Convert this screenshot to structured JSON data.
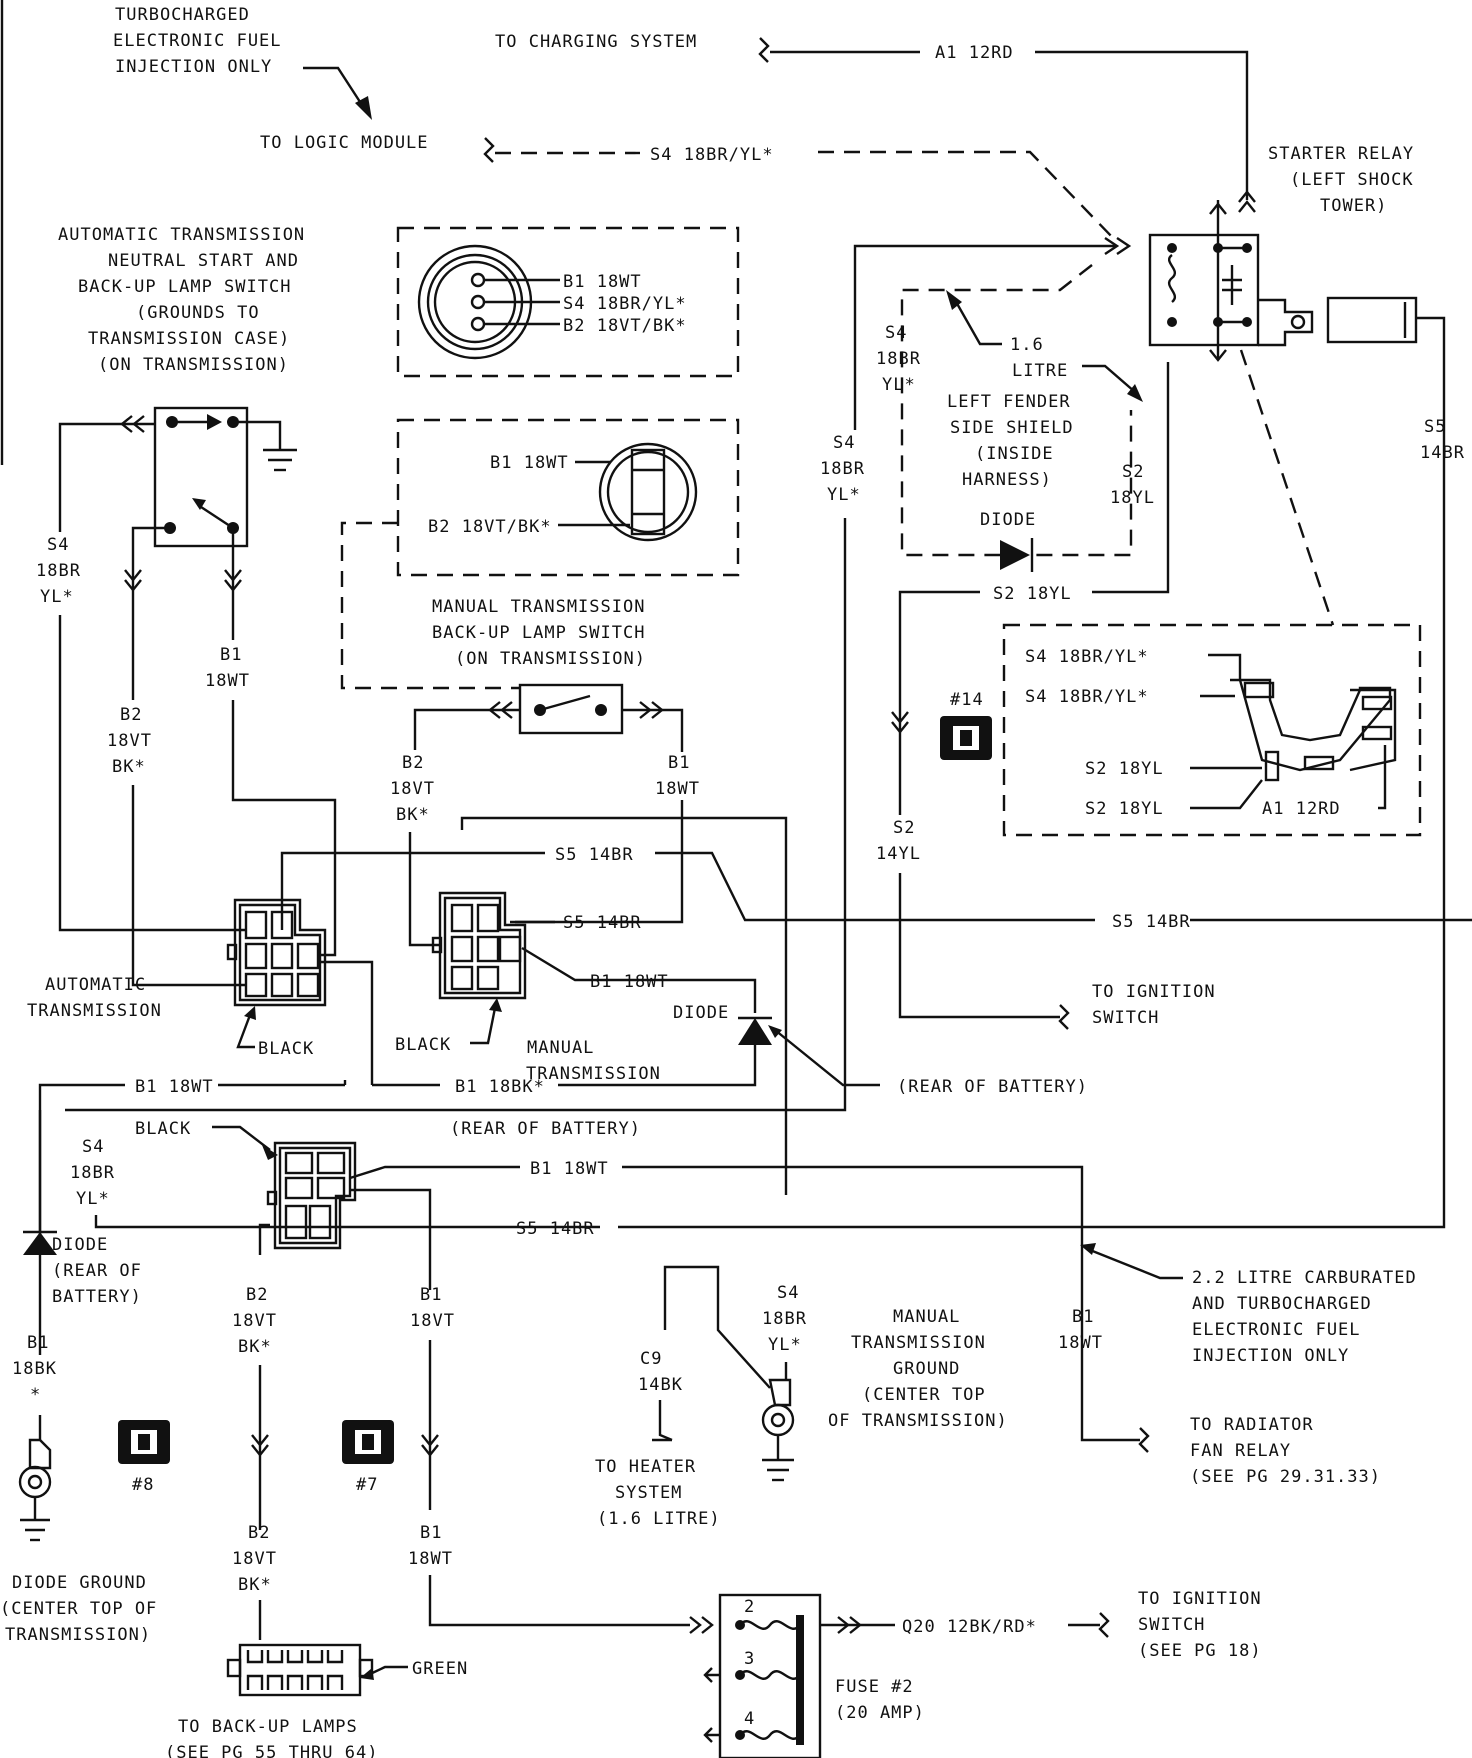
{
  "labels": {
    "turbo_note": [
      "TURBOCHARGED",
      "ELECTRONIC FUEL",
      "INJECTION ONLY"
    ],
    "to_charging": "TO CHARGING SYSTEM",
    "a1_top": "A1 12RD",
    "to_logic": "TO LOGIC MODULE",
    "s4_top": "S4 18BR/YL*",
    "starter_relay": [
      "STARTER RELAY",
      "(LEFT SHOCK",
      "TOWER)"
    ],
    "auto_switch": [
      "AUTOMATIC TRANSMISSION",
      "NEUTRAL START AND",
      "BACK-UP LAMP SWITCH",
      "(GROUNDS TO",
      "TRANSMISSION CASE)",
      "(ON TRANSMISSION)"
    ],
    "inset1": [
      "B1 18WT",
      "S4 18BR/YL*",
      "B2 18VT/BK*"
    ],
    "inset2": [
      "B1 18WT",
      "B2 18VT/BK*"
    ],
    "manual_switch": [
      "MANUAL TRANSMISSION",
      "BACK-UP LAMP SWITCH",
      "(ON TRANSMISSION)"
    ],
    "s4_left": [
      "S4",
      "18BR",
      "YL*"
    ],
    "b1_left": [
      "B1",
      "18WT"
    ],
    "b2_left": [
      "B2",
      "18VT",
      "BK*"
    ],
    "b2_mid": [
      "B2",
      "18VT",
      "BK*"
    ],
    "b1_mid": [
      "B1",
      "18WT"
    ],
    "s4_relay_left": [
      "S4",
      "18BR",
      "YL*"
    ],
    "s4_relay_mid": [
      "S4",
      "18BR",
      "YL*"
    ],
    "litre16": [
      "1.6",
      "LITRE"
    ],
    "fender": [
      "LEFT FENDER",
      "SIDE SHIELD",
      "(INSIDE",
      "HARNESS)"
    ],
    "diode_top": "DIODE",
    "s2_right": [
      "S2",
      "18YL"
    ],
    "s5_right": [
      "S5",
      "14BR"
    ],
    "s2_horiz": "S2 18YL",
    "inset3": [
      "S4 18BR/YL*",
      "S4 18BR/YL*",
      "S2 18YL",
      "S2 18YL",
      "A1 12RD"
    ],
    "badge14": "#14",
    "s2_vert": [
      "S2",
      "14YL"
    ],
    "s5_a": "S5 14BR",
    "s5_b": "S5 14BR",
    "s5_long": "S5 14BR",
    "b1_diode": "B1 18WT",
    "diode_mid": "DIODE",
    "to_ignition": [
      "TO IGNITION",
      "SWITCH"
    ],
    "auto_trans": [
      "AUTOMATIC",
      "TRANSMISSION"
    ],
    "black1": "BLACK",
    "black2": "BLACK",
    "manual_trans": [
      "MANUAL",
      "TRANSMISSION"
    ],
    "rear_batt_right": "(REAR OF BATTERY)",
    "b1_left_h": "B1 18WT",
    "b1_18bk_h": "B1 18BK*",
    "s4_bottom_left": [
      "S4",
      "18BR",
      "YL*"
    ],
    "black3": "BLACK",
    "rear_batt_mid": "(REAR OF BATTERY)",
    "b1_mid_h": "B1 18WT",
    "s5_bottom": "S5 14BR",
    "diode_rear": [
      "DIODE",
      "(REAR OF",
      "BATTERY)"
    ],
    "b1_18bk": [
      "B1",
      "18BK",
      "*"
    ],
    "b2_bottom": [
      "B2",
      "18VT",
      "BK*"
    ],
    "b1_18vt": [
      "B1",
      "18VT"
    ],
    "badge8": "#8",
    "badge7": "#7",
    "s4_bottom_mid": [
      "S4",
      "18BR",
      "YL*"
    ],
    "c9": [
      "C9",
      "14BK"
    ],
    "manual_ground": [
      "MANUAL",
      "TRANSMISSION",
      "GROUND",
      "(CENTER TOP",
      "OF TRANSMISSION)"
    ],
    "b1_right": [
      "B1",
      "18WT"
    ],
    "litre22": [
      "2.2 LITRE CARBURATED",
      "AND TURBOCHARGED",
      "ELECTRONIC FUEL",
      "INJECTION ONLY"
    ],
    "to_heater": [
      "TO HEATER",
      "SYSTEM",
      "(1.6 LITRE)"
    ],
    "to_radiator": [
      "TO RADIATOR",
      "FAN RELAY",
      "(SEE PG 29.31.33)"
    ],
    "diode_ground": [
      "DIODE GROUND",
      "(CENTER TOP OF",
      "TRANSMISSION)"
    ],
    "b2_lower": [
      "B2",
      "18VT",
      "BK*"
    ],
    "b1_lower": [
      "B1",
      "18WT"
    ],
    "green": "GREEN",
    "to_backup": [
      "TO BACK-UP LAMPS",
      "(SEE PG 55 THRU 64)"
    ],
    "q20": "Q20 12BK/RD*",
    "to_ign2": [
      "TO IGNITION",
      "SWITCH",
      "(SEE PG 18)"
    ],
    "fuse": [
      "FUSE #2",
      "(20 AMP)"
    ],
    "fuse_pins": [
      "2",
      "3",
      "4"
    ]
  }
}
